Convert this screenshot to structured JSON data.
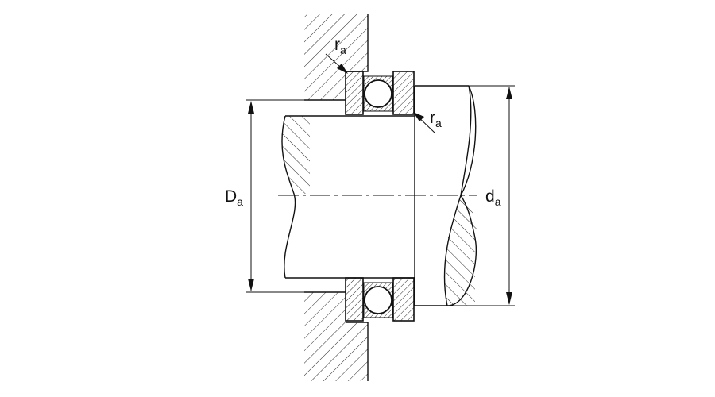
{
  "labels": {
    "Da": {
      "main": "D",
      "sub": "a"
    },
    "da": {
      "main": "d",
      "sub": "a"
    },
    "ra_top": {
      "main": "r",
      "sub": "a"
    },
    "ra_right": {
      "main": "r",
      "sub": "a"
    }
  }
}
